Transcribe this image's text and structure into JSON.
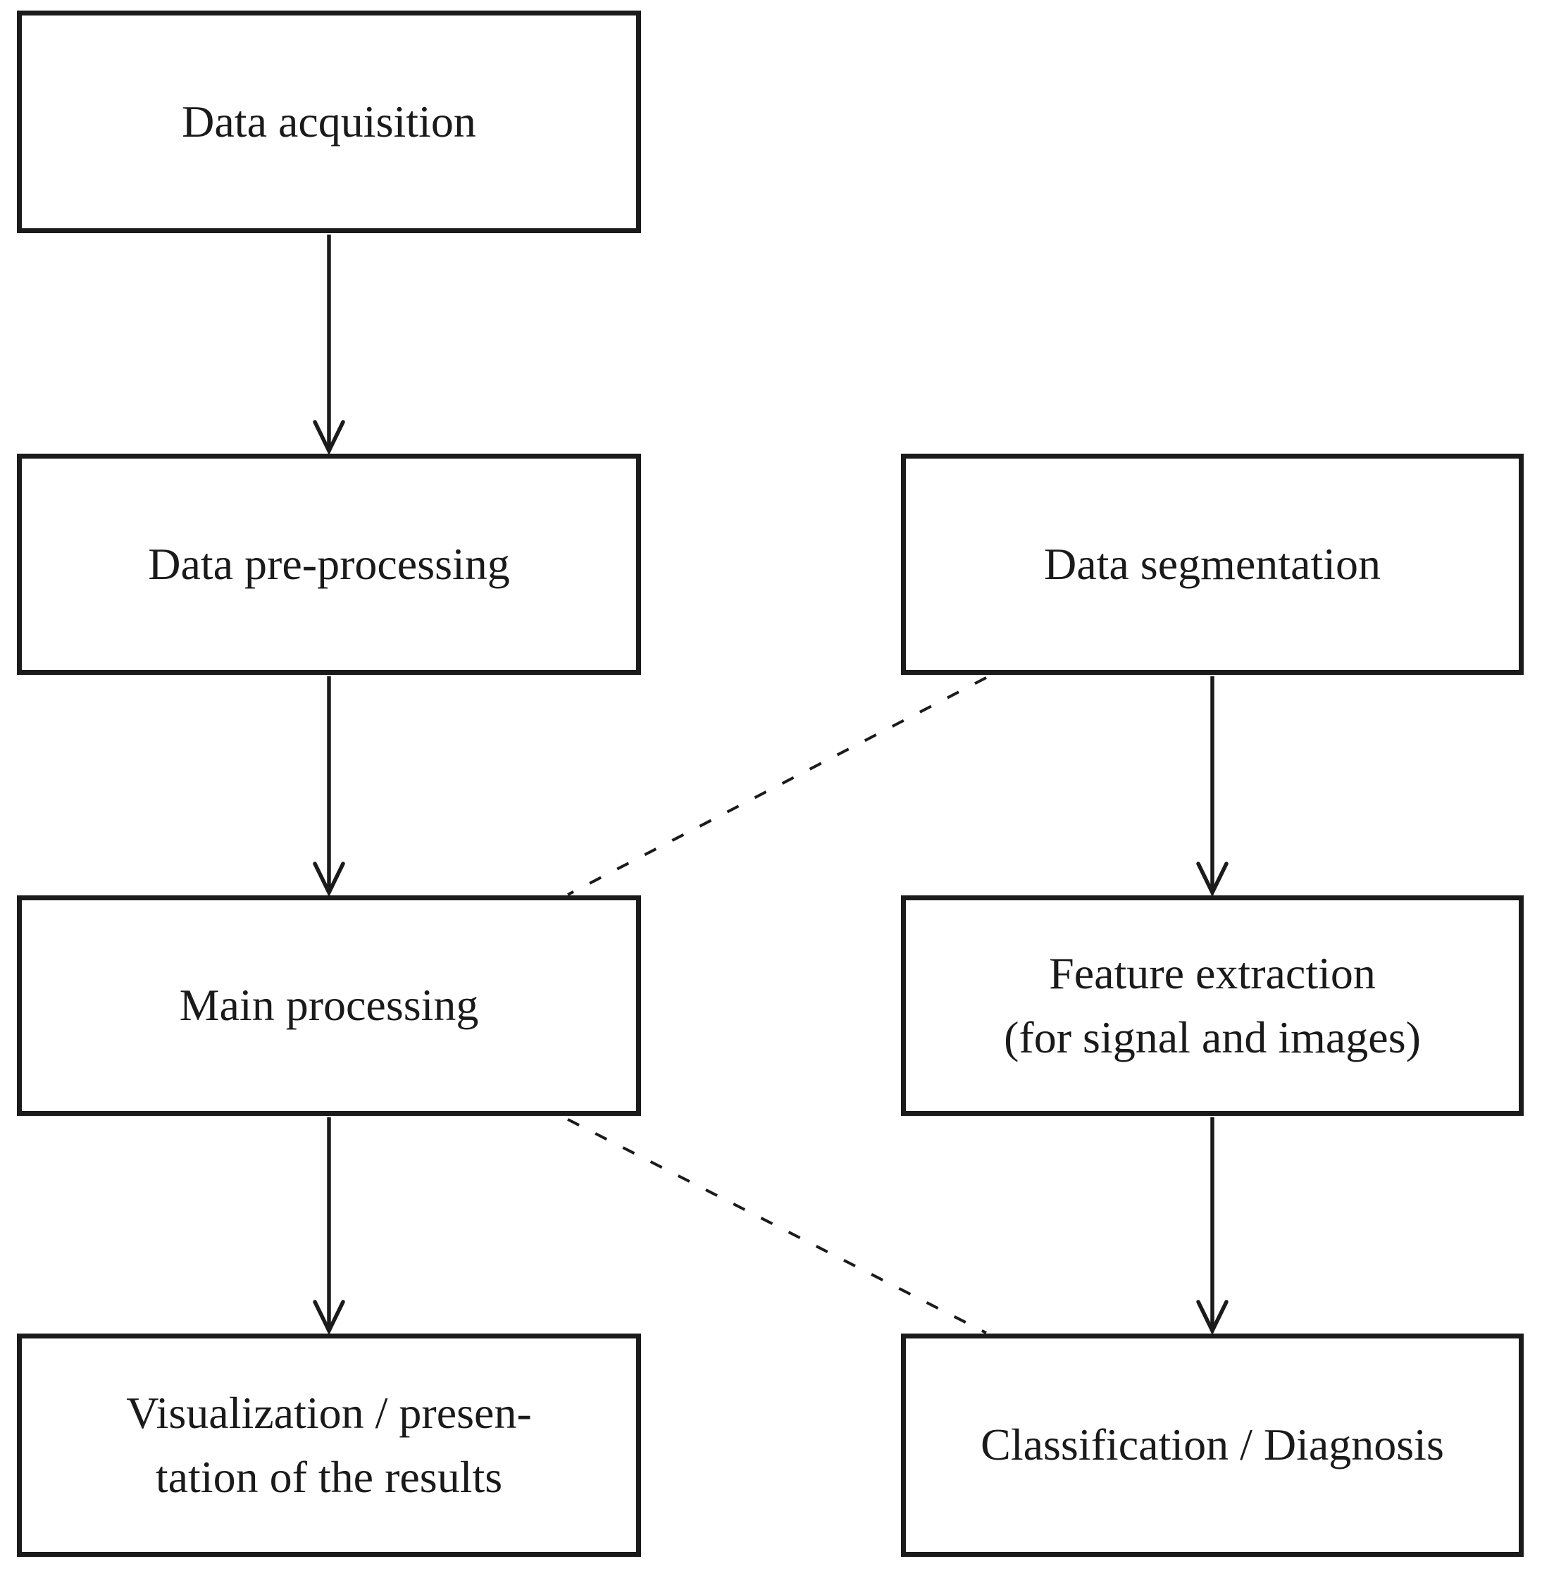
{
  "diagram": {
    "background": "#ffffff",
    "border_color": "#1b1b1b",
    "text_color": "#1a1a1a",
    "nodes": {
      "data_acquisition": {
        "label": "Data acquisition"
      },
      "data_pre_processing": {
        "label": "Data pre-processing"
      },
      "data_segmentation": {
        "label": "Data segmentation"
      },
      "main_processing": {
        "label": "Main processing"
      },
      "feature_extraction": {
        "line1": "Feature extraction",
        "line2": "(for signal and images)"
      },
      "visualization": {
        "line1": "Visualization / presen-",
        "line2": "tation of the results"
      },
      "classification": {
        "label": "Classification / Diagnosis"
      }
    },
    "edges": [
      {
        "from": "data_acquisition",
        "to": "data_pre_processing",
        "style": "solid-arrow"
      },
      {
        "from": "data_pre_processing",
        "to": "main_processing",
        "style": "solid-arrow"
      },
      {
        "from": "main_processing",
        "to": "visualization",
        "style": "solid-arrow"
      },
      {
        "from": "data_segmentation",
        "to": "feature_extraction",
        "style": "solid-arrow"
      },
      {
        "from": "feature_extraction",
        "to": "classification",
        "style": "solid-arrow"
      },
      {
        "from": "data_segmentation",
        "to": "main_processing",
        "style": "dashed"
      },
      {
        "from": "main_processing",
        "to": "classification",
        "style": "dashed"
      }
    ]
  }
}
